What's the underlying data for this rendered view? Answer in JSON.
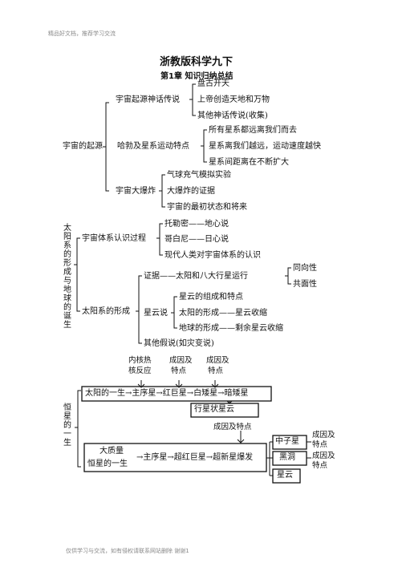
{
  "header": {
    "left": "精品好文档，推荐学习交流"
  },
  "footer": {
    "text": "仅供学习与交流，如有侵权请联系网站删除  谢谢1"
  },
  "title": "浙教版科学九下",
  "chapter": "第1章  知识归纳总结",
  "origin": {
    "root": "宇宙的起源",
    "myth": {
      "label": "宇宙起源神话传说",
      "items": [
        "盘古开天",
        "上帝创造天地和万物",
        "其他神话传说(收集)"
      ]
    },
    "hubble": {
      "label": "哈勃及星系运动特点",
      "items": [
        "所有星系都远离我们而去",
        "星系离我们越远，运动速度越快",
        "星系间距离在不断扩大"
      ]
    },
    "bigbang": {
      "label": "宇宙大爆炸",
      "items": [
        "气球充气模拟实验",
        "大爆炸的证据",
        "宇宙的最初状态和将来"
      ]
    }
  },
  "solar": {
    "root_chars": [
      "太",
      "阳",
      "系",
      "的",
      "形",
      "成",
      "与",
      "地",
      "球",
      "的",
      "诞",
      "生"
    ],
    "cognition": {
      "label": "宇宙体系认识过程",
      "items": [
        "托勒密——地心说",
        "哥白尼——日心说",
        "现代人类对宇宙体系的认识"
      ]
    },
    "formation": {
      "label": "太阳系的形成",
      "evidence": "证据——太阳和八大行星运行",
      "evidence_items": [
        "同向性",
        "共面性"
      ],
      "nebula_label": "星云说",
      "nebula_items": [
        "星云的组成和特点",
        "太阳的形成——星云收缩",
        "地球的形成——剩余星云收缩"
      ],
      "other": "其他假说(如灾变说)"
    }
  },
  "star": {
    "root_chars": [
      "恒",
      "星",
      "的",
      "一",
      "生"
    ],
    "top_labels": [
      {
        "line1": "内核热",
        "line2": "核反应"
      },
      {
        "line1": "成因及",
        "line2": "特点"
      },
      {
        "line1": "成因及",
        "line2": "特点"
      }
    ],
    "sun_chain": "太阳的一生→主序星→红巨星→白矮星→暗矮星",
    "planetary_nebula": "行星状星云",
    "mid_label": "成因及特点",
    "massive_label1": "大质量",
    "massive_label2": "恒星的一生",
    "massive_chain": "→主序星→超红巨星→超新星爆发",
    "outcomes": [
      "中子星",
      "黑洞",
      "星云"
    ],
    "outcome_notes": [
      {
        "line1": "成因及",
        "line2": "特点"
      },
      {
        "line1": "成因及",
        "line2": "特点"
      }
    ]
  }
}
